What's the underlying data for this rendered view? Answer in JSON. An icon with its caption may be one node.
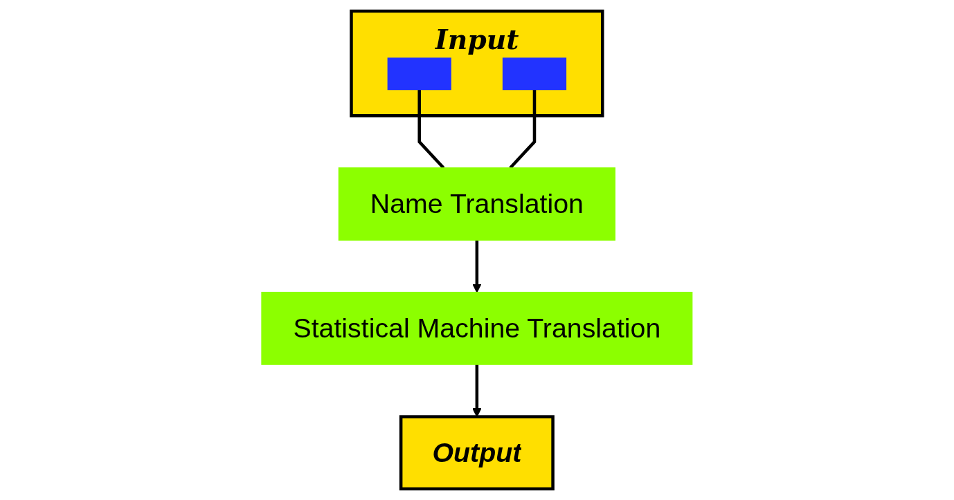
{
  "diagram": {
    "nodes": [
      {
        "text": [
          "Input"
        ]
      },
      {
        "text": [],
        "shape": "box",
        "in": 0
      },
      {
        "text": [],
        "shape": "box",
        "in": 0
      },
      {
        "text": [
          "Name Translation"
        ]
      },
      {
        "text": [
          "Statistical Machine Translation"
        ]
      },
      {
        "text": [
          "Output"
        ]
      }
    ],
    "edges": [
      {
        "from": 1,
        "to": 3,
        "arrow": "none"
      },
      {
        "from": 2,
        "to": 3,
        "arrow": "none"
      },
      {
        "from": 3,
        "to": 4,
        "arrow": "to"
      },
      {
        "from": 4,
        "to": 5,
        "arrow": "to"
      }
    ]
  }
}
